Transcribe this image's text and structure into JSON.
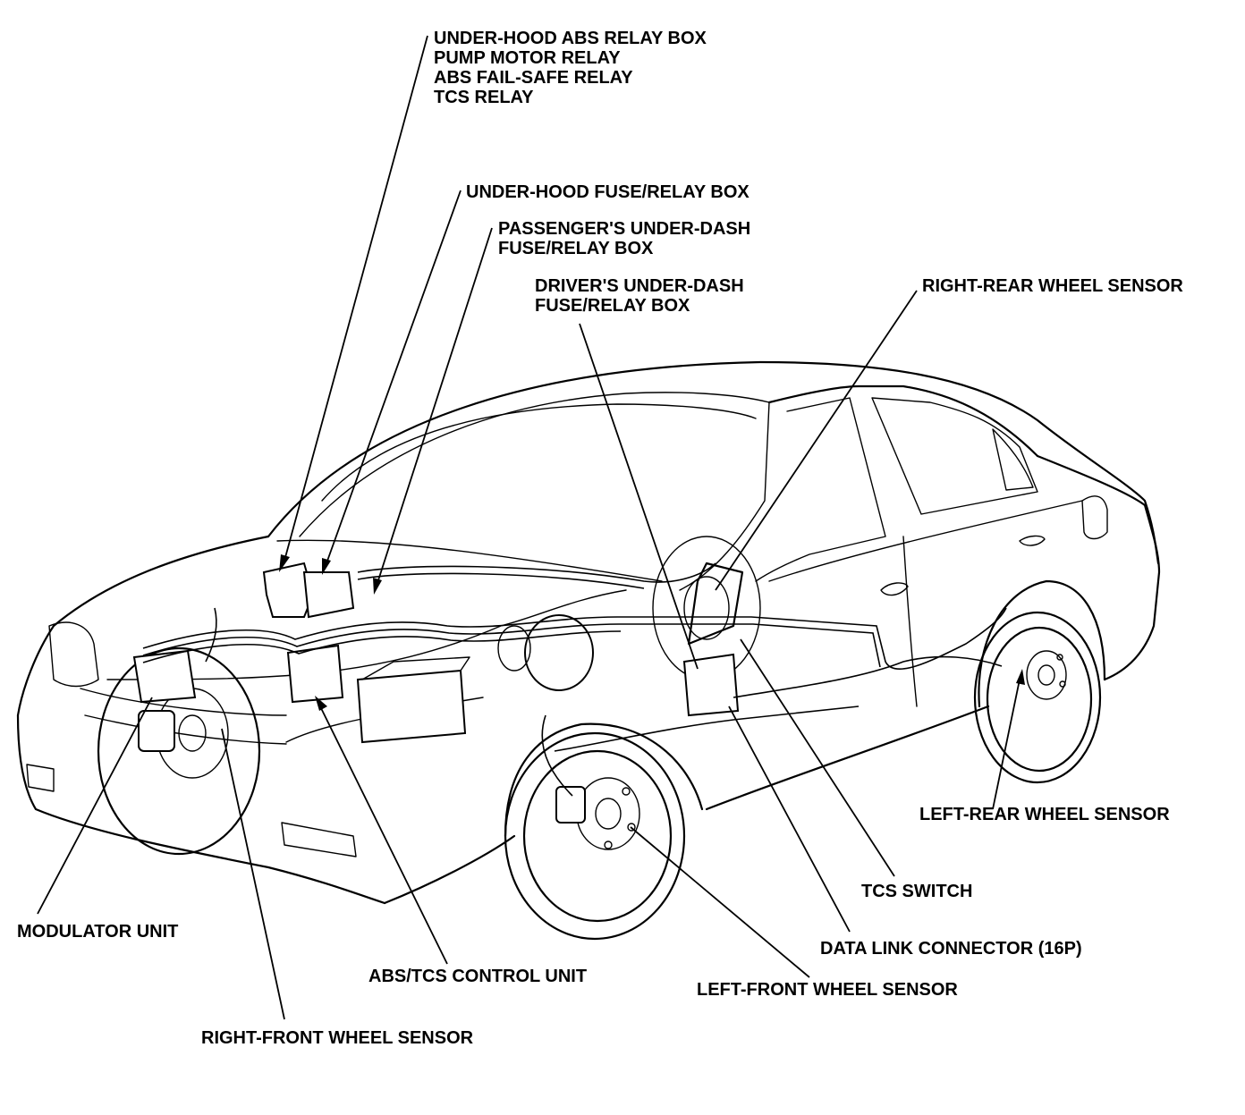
{
  "callouts": {
    "underhood_abs_relay_box": {
      "lines": [
        "UNDER-HOOD ABS RELAY BOX",
        "PUMP MOTOR RELAY",
        "ABS FAIL-SAFE RELAY",
        "TCS RELAY"
      ]
    },
    "underhood_fuse_relay_box": {
      "lines": [
        "UNDER-HOOD FUSE/RELAY BOX"
      ]
    },
    "passenger_underdash_box": {
      "lines": [
        "PASSENGER'S UNDER-DASH",
        "FUSE/RELAY BOX"
      ]
    },
    "driver_underdash_box": {
      "lines": [
        "DRIVER'S UNDER-DASH",
        "FUSE/RELAY BOX"
      ]
    },
    "right_rear_wheel_sensor": {
      "lines": [
        "RIGHT-REAR WHEEL SENSOR"
      ]
    },
    "left_rear_wheel_sensor": {
      "lines": [
        "LEFT-REAR WHEEL SENSOR"
      ]
    },
    "tcs_switch": {
      "lines": [
        "TCS SWITCH"
      ]
    },
    "data_link_connector": {
      "lines": [
        "DATA LINK CONNECTOR (16P)"
      ]
    },
    "left_front_wheel_sensor": {
      "lines": [
        "LEFT-FRONT WHEEL SENSOR"
      ]
    },
    "abs_tcs_control_unit": {
      "lines": [
        "ABS/TCS CONTROL UNIT"
      ]
    },
    "modulator_unit": {
      "lines": [
        "MODULATOR UNIT"
      ]
    },
    "right_front_wheel_sensor": {
      "lines": [
        "RIGHT-FRONT WHEEL SENSOR"
      ]
    }
  }
}
